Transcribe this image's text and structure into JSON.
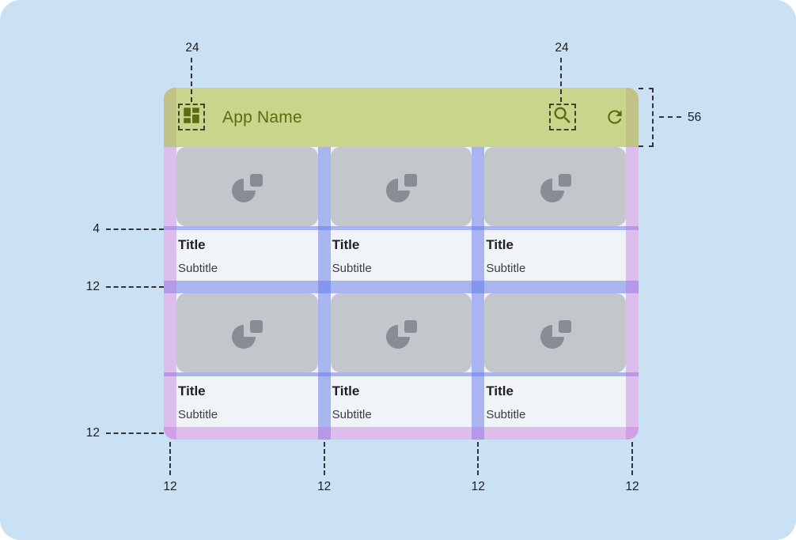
{
  "appbar": {
    "title": "App Name"
  },
  "cards": [
    {
      "title": "Title",
      "subtitle": "Subtitle"
    },
    {
      "title": "Title",
      "subtitle": "Subtitle"
    },
    {
      "title": "Title",
      "subtitle": "Subtitle"
    },
    {
      "title": "Title",
      "subtitle": "Subtitle"
    },
    {
      "title": "Title",
      "subtitle": "Subtitle"
    },
    {
      "title": "Title",
      "subtitle": "Subtitle"
    }
  ],
  "annotations": {
    "app_icon_size": "24",
    "search_icon_size": "24",
    "appbar_height": "56",
    "image_text_gap": "4",
    "row_gutter": "12",
    "bottom_margin": "12",
    "bottom_gutters": [
      "12",
      "12",
      "12",
      "12"
    ]
  },
  "icons": {
    "app": "dashboard-grid-icon",
    "search": "search-icon",
    "refresh": "refresh-icon",
    "media_placeholder": "pie-chart-and-square-icon"
  },
  "colors": {
    "canvas_background": "#c9e1f2",
    "appbar_tint": "#ccd88c",
    "margin_tint": "#ddbdec",
    "gutter_tint": "#a9b5f0",
    "appbar_foreground": "#5d6a11",
    "image_placeholder": "#c3c7cc",
    "annotation": "#1d1d1d"
  }
}
